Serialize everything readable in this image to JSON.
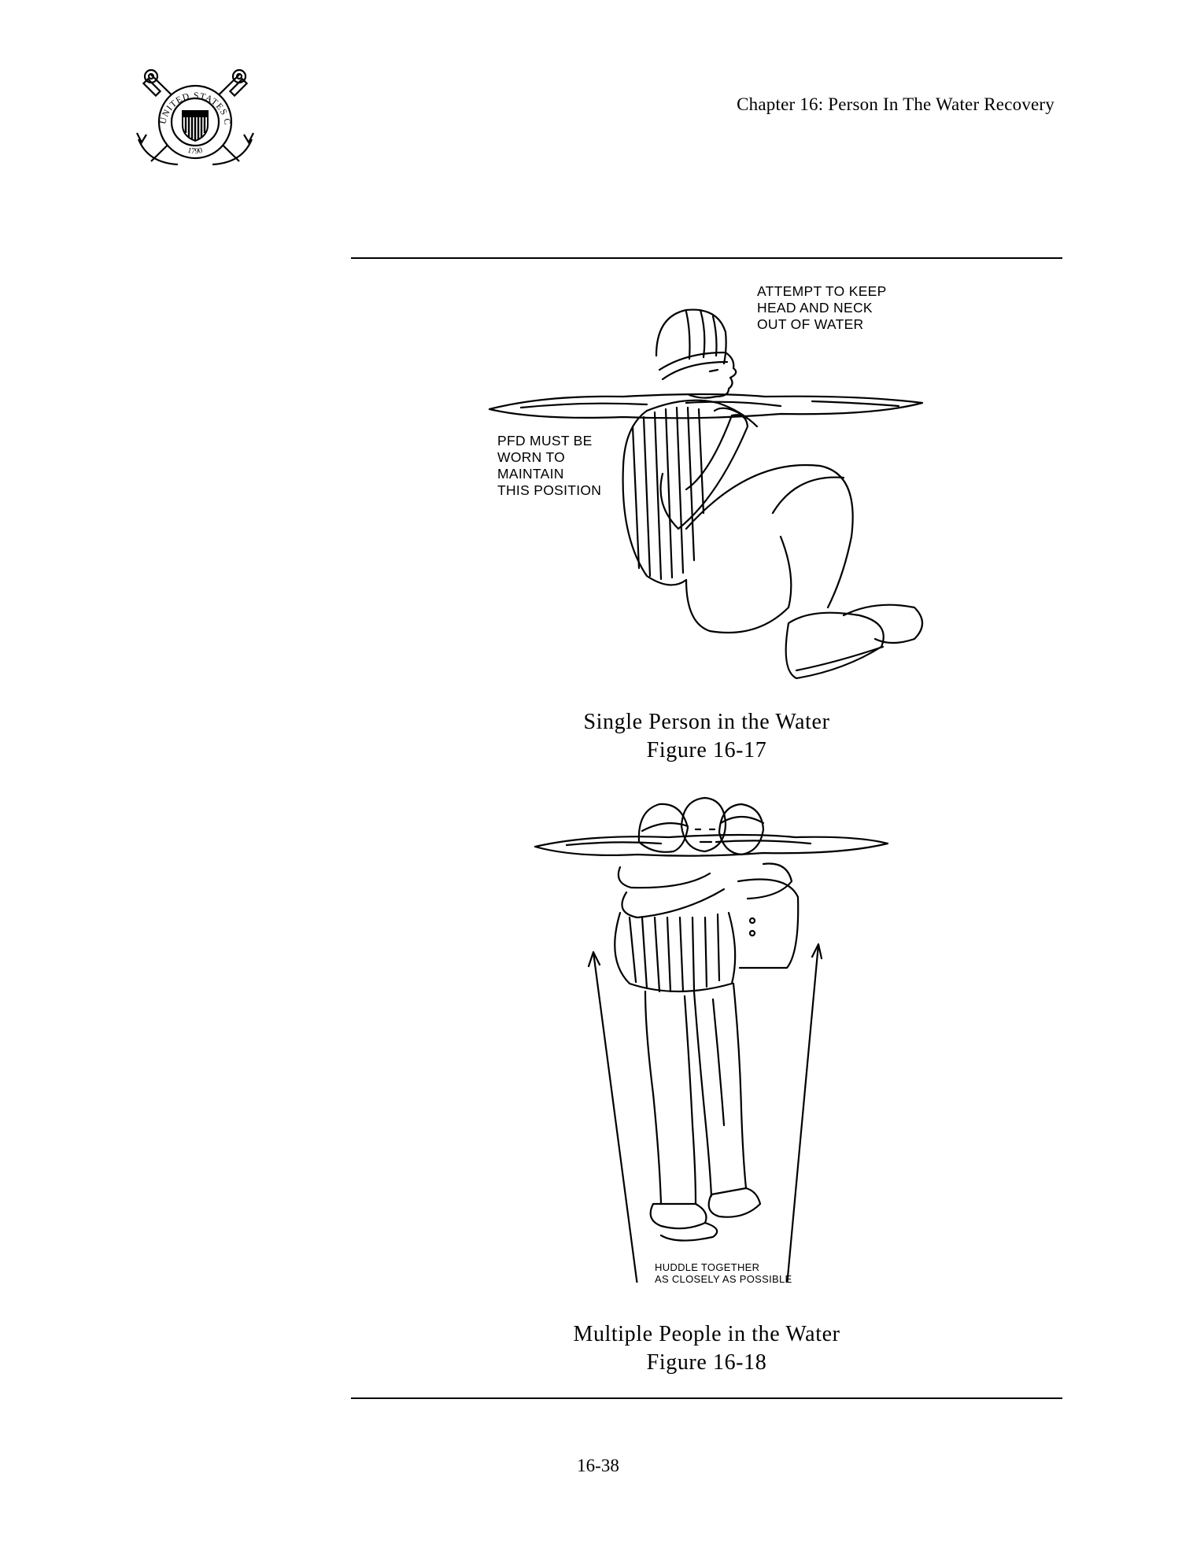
{
  "header": {
    "chapter_title": "Chapter 16:  Person In The Water Recovery",
    "seal_text": "UNITED STATES COAST GUARD",
    "seal_year": "1790"
  },
  "figures": [
    {
      "caption_title": "Single Person in the Water",
      "caption_number": "Figure 16-17",
      "labels": {
        "head_neck": "ATTEMPT TO KEEP\nHEAD AND NECK\nOUT OF WATER",
        "pfd": "PFD MUST BE\nWORN TO\nMAINTAIN\nTHIS POSITION"
      }
    },
    {
      "caption_title": "Multiple People in the Water",
      "caption_number": "Figure 16-18",
      "labels": {
        "huddle": "HUDDLE TOGETHER\nAS CLOSELY AS POSSIBLE"
      }
    }
  ],
  "footer": {
    "page_number": "16-38"
  }
}
